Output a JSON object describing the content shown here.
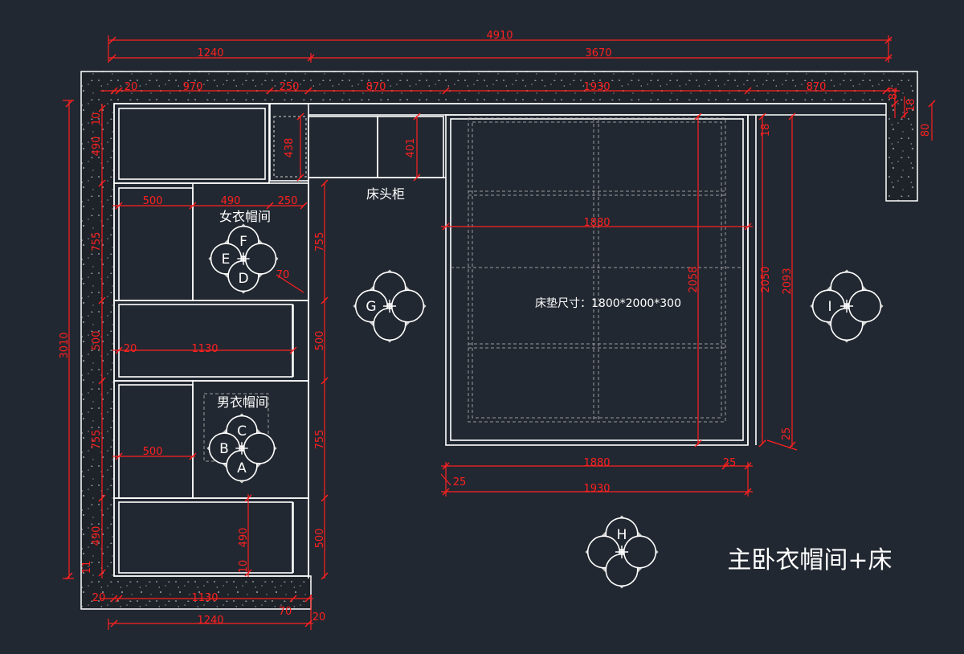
{
  "title": "主卧衣帽间+床",
  "colors": {
    "background": "#222831",
    "dimension": "#ff2020",
    "furniture": "#ffffff",
    "wall_fill": "#1d2329",
    "wall_speckle": "#8a8f95",
    "marker_fill": "#c8c8c8",
    "marker_stroke": "#c8c8c8",
    "dashed": "#9a9a9a"
  },
  "labels": {
    "headboard": "床头柜",
    "women_closet": "女衣帽间",
    "men_closet": "男衣帽间",
    "mattress": "床垫尺寸：1800*2000*300"
  },
  "dimensions": {
    "top_total": "4910",
    "top_left": "1240",
    "top_right": "3670",
    "row_20": "20",
    "row_970": "970",
    "row_250": "250",
    "row_870a": "870",
    "row_1930": "1930",
    "row_870b": "870",
    "right_82": "82",
    "right_18": "18",
    "right_80": "80",
    "left_3010": "3010",
    "left_10": "10",
    "left_490a": "490",
    "left_755a": "755",
    "left_500a": "500",
    "left_755b": "755",
    "left_490b": "490",
    "left_11": "11",
    "cab_438": "438",
    "cab_401": "401",
    "w_500a": "500",
    "w_490": "490",
    "w_250": "250",
    "v_755a": "755",
    "d_70": "70",
    "v_500a": "500",
    "m_20": "20",
    "m_1130": "1130",
    "w_500b": "500",
    "v_755b": "755",
    "v_500b": "500",
    "m_10": "10",
    "m_490": "490",
    "bot_20a": "20",
    "bot_1130": "1130",
    "bot_70": "70",
    "bot_20b": "20",
    "bot_1240": "1240",
    "bed_1880": "1880",
    "bed_2058": "2058",
    "bed_2050": "2050",
    "bed_2093": "2093",
    "bed_18": "18",
    "bed_25v": "25",
    "bb_1880": "1880",
    "bb_25a": "25",
    "bb_25b": "25",
    "bb_1930": "1930"
  },
  "markers": {
    "women": [
      "F",
      "E",
      "D"
    ],
    "men": [
      "C",
      "B",
      "A"
    ],
    "g": "G",
    "i": "I",
    "h": "H"
  }
}
